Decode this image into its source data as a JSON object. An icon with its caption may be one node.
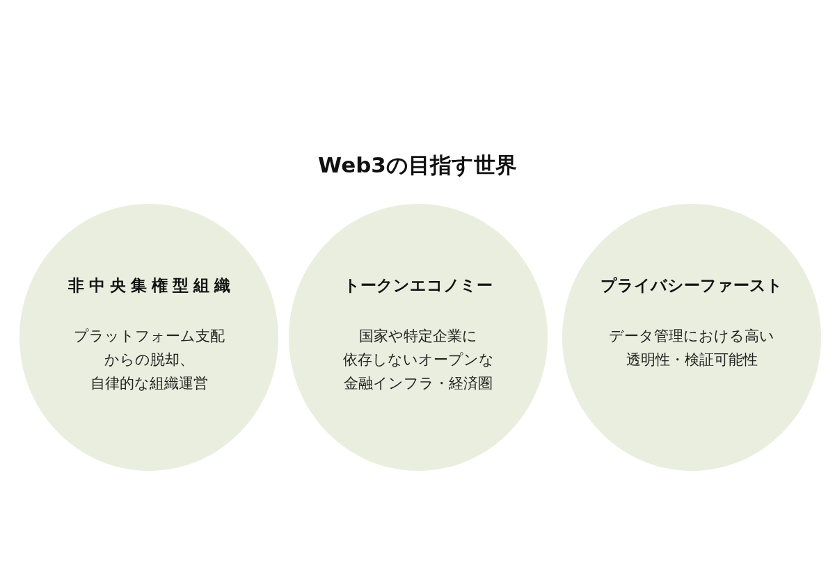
{
  "diagram": {
    "title": "Web3の目指す世界",
    "nodes": [
      {
        "text": [
          "非中央集権型組織",
          "プラットフォーム支配からの脱却、自律的な組織運営"
        ]
      },
      {
        "text": [
          "トークンエコノミー",
          "国家や特定企業に依存しないオープンな金融インフラ・経済圏"
        ]
      },
      {
        "text": [
          "プライバシーファースト",
          "データ管理における高い透明性・検証可能性"
        ]
      }
    ]
  }
}
